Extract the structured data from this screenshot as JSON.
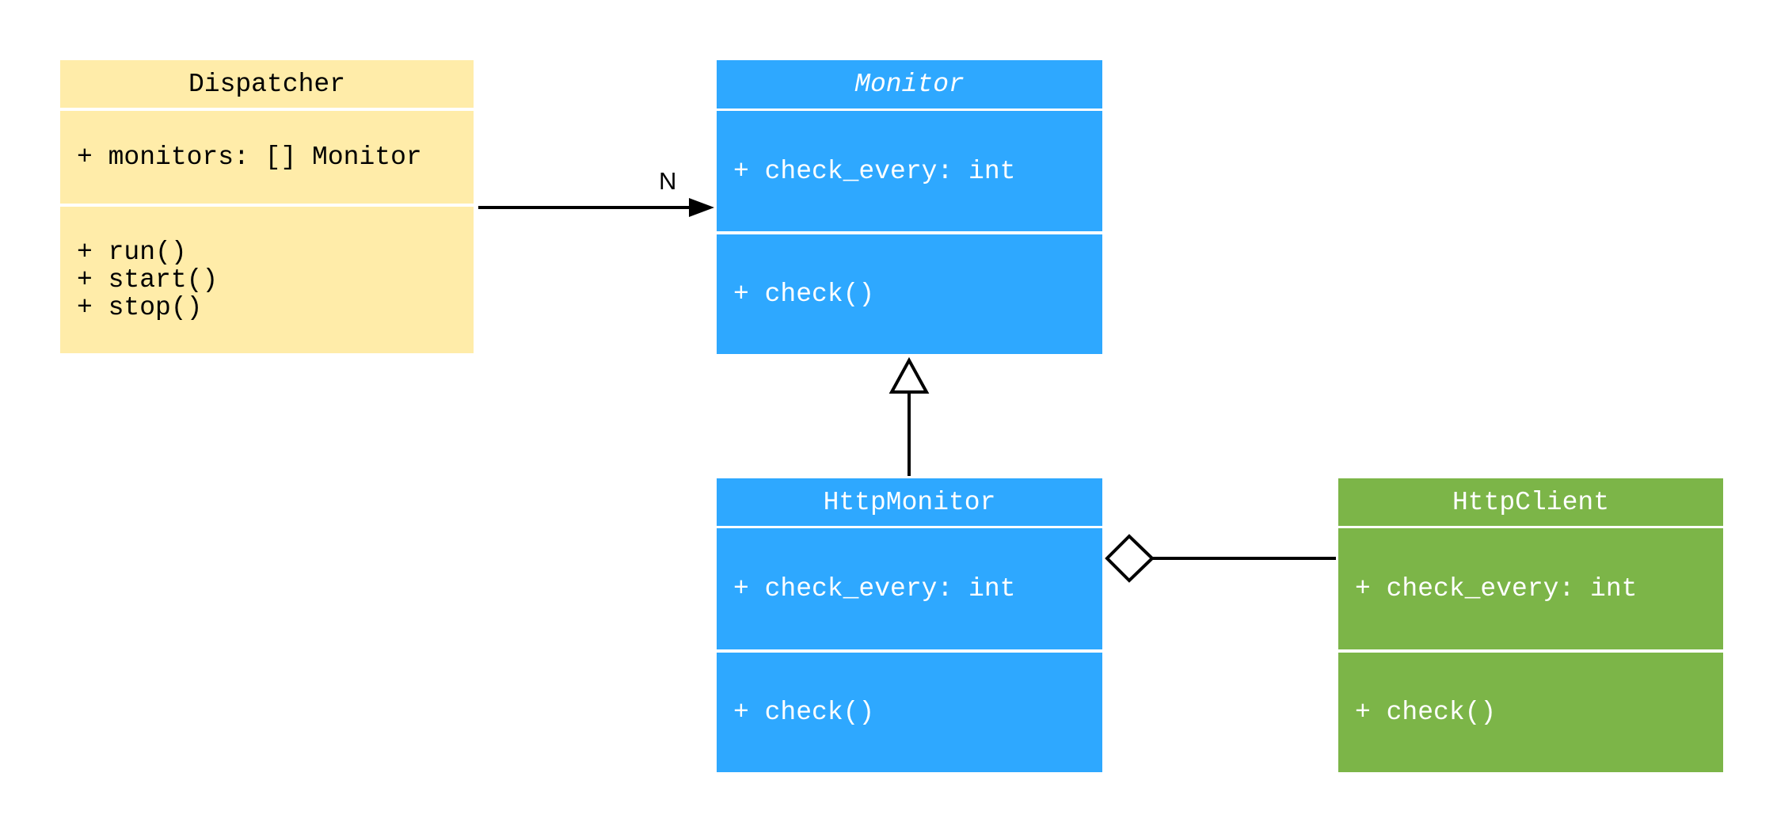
{
  "classes": {
    "dispatcher": {
      "name": "Dispatcher",
      "attributes": [
        "+ monitors: [] Monitor"
      ],
      "methods": [
        "+ run()",
        "+ start()",
        "+ stop()"
      ],
      "color": "#FFECA9"
    },
    "monitor": {
      "name": "Monitor",
      "abstract": true,
      "attributes": [
        "+ check_every: int"
      ],
      "methods": [
        "+ check()"
      ],
      "color": "#2EA8FF"
    },
    "http_monitor": {
      "name": "HttpMonitor",
      "attributes": [
        "+ check_every: int"
      ],
      "methods": [
        "+ check()"
      ],
      "color": "#2EA8FF"
    },
    "http_client": {
      "name": "HttpClient",
      "attributes": [
        "+ check_every: int"
      ],
      "methods": [
        "+ check()"
      ],
      "color": "#7CB548"
    }
  },
  "relations": [
    {
      "type": "association",
      "from": "Dispatcher",
      "to": "Monitor",
      "multiplicity": "N"
    },
    {
      "type": "inheritance",
      "from": "HttpMonitor",
      "to": "Monitor"
    },
    {
      "type": "aggregation",
      "from": "HttpClient",
      "to": "HttpMonitor"
    }
  ]
}
